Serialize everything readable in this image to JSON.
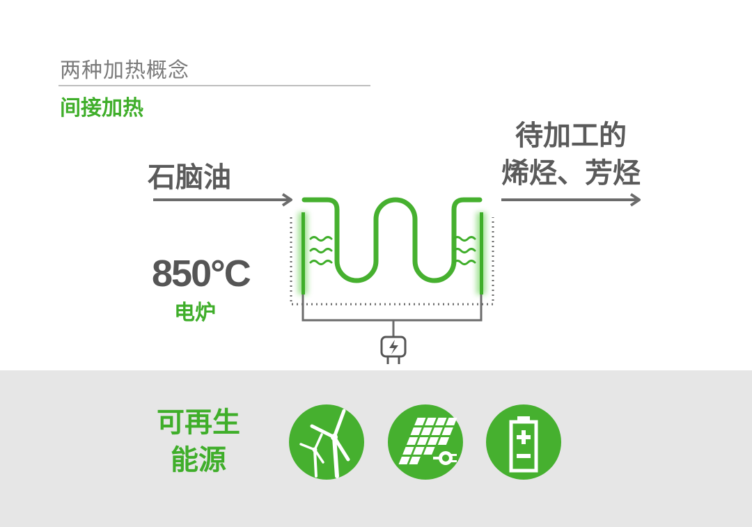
{
  "header": {
    "title": "两种加热概念",
    "subtitle": "间接加热"
  },
  "process": {
    "input": "石脑油",
    "output_line1": "待加工的",
    "output_line2": "烯烃、芳烃",
    "temperature": "850°C",
    "furnace": "电炉"
  },
  "renewables": {
    "label_line1": "可再生",
    "label_line2": "能源",
    "icons": [
      "wind-turbine-icon",
      "solar-panel-icon",
      "battery-icon"
    ]
  },
  "colors": {
    "accent_green": "#3fae2a",
    "text_gray": "#5a5a5a",
    "band_gray": "#e6e6e6"
  }
}
